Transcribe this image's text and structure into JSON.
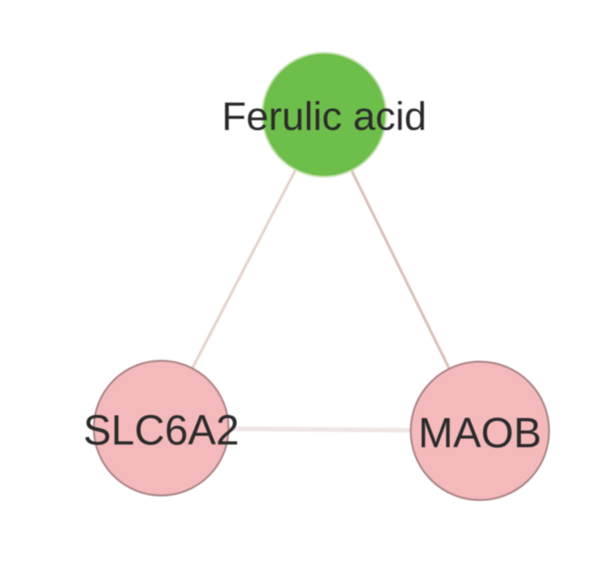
{
  "network": {
    "nodes": [
      {
        "id": "ferulic",
        "label": "Ferulic acid",
        "kind": "compound",
        "fill": "#6dbe4b",
        "stroke": "#c4e0b0"
      },
      {
        "id": "slc6a2",
        "label": "SLC6A2",
        "kind": "target",
        "fill": "#f4b9ba",
        "stroke": "#a88384"
      },
      {
        "id": "maob",
        "label": "MAOB",
        "kind": "target",
        "fill": "#f4b9ba",
        "stroke": "#a88384"
      }
    ],
    "edges": [
      {
        "source": "ferulic",
        "target": "slc6a2",
        "color": "#e6d2cc"
      },
      {
        "source": "ferulic",
        "target": "maob",
        "color": "#d9c2ba"
      },
      {
        "source": "slc6a2",
        "target": "maob",
        "color": "#f0e6e6"
      }
    ]
  }
}
